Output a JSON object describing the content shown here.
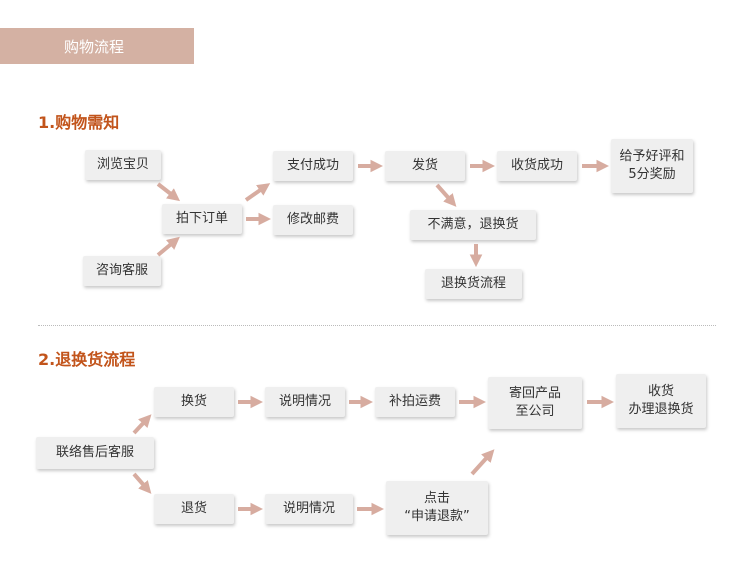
{
  "banner": {
    "title": "购物流程"
  },
  "section1": {
    "title": "1.购物需知",
    "nodes": {
      "browse": "浏览宝贝",
      "consult": "咨询客服",
      "order": "拍下订单",
      "pay": "支付成功",
      "modify_postage": "修改邮费",
      "ship": "发货",
      "receive": "收货成功",
      "review": [
        "给予好评和",
        "5分奖励"
      ],
      "unsatisfied": "不满意，退换货",
      "return_process": "退换货流程"
    }
  },
  "section2": {
    "title": "2.退换货流程",
    "nodes": {
      "contact": "联络售后客服",
      "exchange": "换货",
      "refund": "退货",
      "explain_top": "说明情况",
      "explain_bottom": "说明情况",
      "pay_shipping": "补拍运费",
      "send_back": [
        "寄回产品",
        "至公司"
      ],
      "receive_exchange": [
        "收货",
        "办理退换货"
      ],
      "click_refund": [
        "点击",
        "“申请退款”"
      ]
    }
  },
  "colors": {
    "banner": "#d4b1a3",
    "title": "#c2541b",
    "arrow": "#d7aca0",
    "box": "#efefef"
  }
}
